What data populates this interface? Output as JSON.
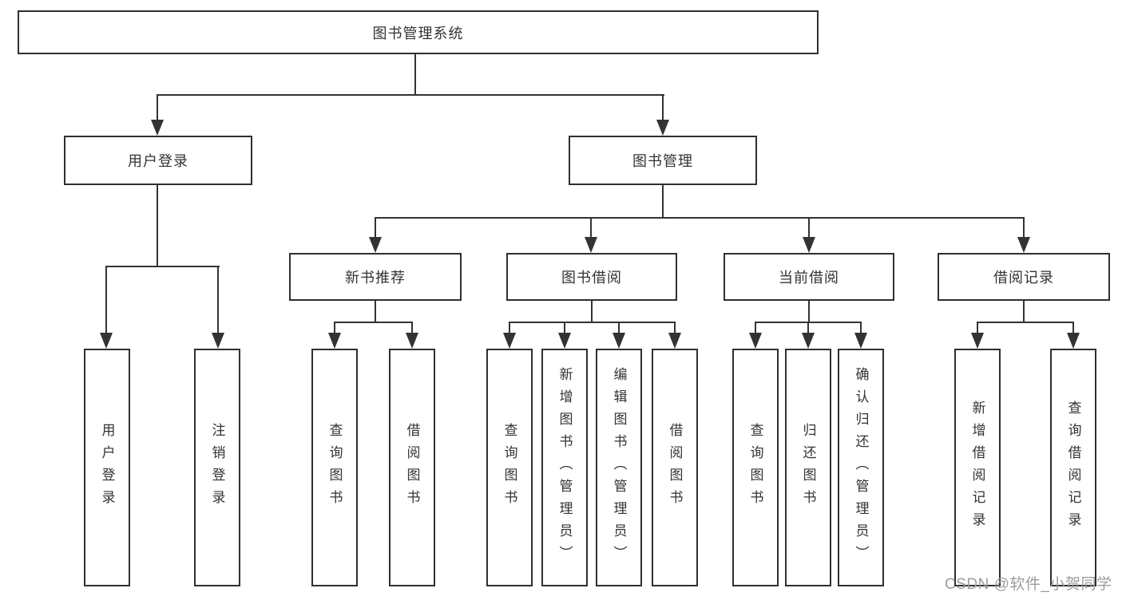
{
  "nodes": {
    "root": "图书管理系统",
    "user_login_branch": "用户登录",
    "book_mgmt_branch": "图书管理",
    "new_book_branch": "新书推荐",
    "book_borrow_branch": "图书借阅",
    "current_borrow_branch": "当前借阅",
    "borrow_record_branch": "借阅记录",
    "leaves": {
      "user": [
        "用户登录",
        "注销登录"
      ],
      "newbook": [
        "查询图书",
        "借阅图书"
      ],
      "borrow": [
        "查询图书",
        "新增图书（管理员）",
        "编辑图书（管理员）",
        "借阅图书"
      ],
      "current": [
        "查询图书",
        "归还图书",
        "确认归还（管理员）"
      ],
      "record": [
        "新增借阅记录",
        "查询借阅记录"
      ]
    }
  },
  "watermark": "CSDN @软件_小贺同学",
  "colors": {
    "line": "#333333",
    "border": "#2f2f2f",
    "text": "#333333",
    "watermark": "#9c9c9c",
    "background": "#ffffff"
  }
}
